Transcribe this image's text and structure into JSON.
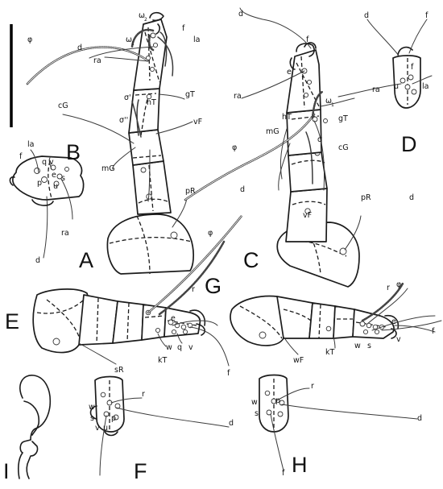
{
  "panels": [
    "A",
    "B",
    "C",
    "D",
    "E",
    "F",
    "G",
    "H",
    "I"
  ],
  "labels": {
    "phi": "φ",
    "d": "d",
    "omega2": "ω",
    "omega2_sub": "2",
    "omega1": "ω",
    "omega1_sub": "1",
    "f": "f",
    "la": "la",
    "ra": "ra",
    "sigma1": "σ'",
    "sigma2": "σ''",
    "sigma": "σ",
    "hT": "hT",
    "gT": "gT",
    "vF": "vF",
    "cG": "cG",
    "mG": "mG",
    "pR": "pR",
    "sR": "sR",
    "kT": "kT",
    "wF": "wF",
    "r": "r",
    "e": "e",
    "w": "w",
    "q": "q",
    "v": "v",
    "s": "s",
    "p": "p",
    "u": "u",
    "qv": "q v"
  }
}
